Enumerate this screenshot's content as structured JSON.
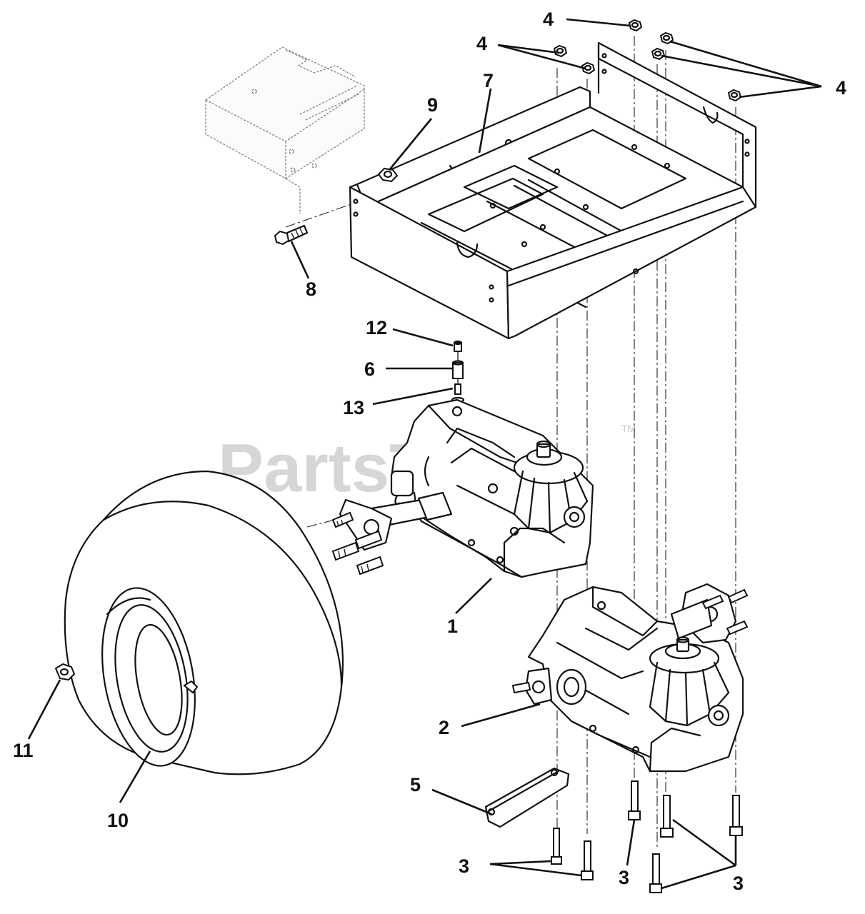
{
  "watermark": {
    "text": "PartsTree",
    "trademark": "TM"
  },
  "callouts": [
    {
      "id": "c1",
      "text": "1"
    },
    {
      "id": "c2",
      "text": "2"
    },
    {
      "id": "c3a",
      "text": "3"
    },
    {
      "id": "c3b",
      "text": "3"
    },
    {
      "id": "c3c",
      "text": "3"
    },
    {
      "id": "c4a",
      "text": "4"
    },
    {
      "id": "c4b",
      "text": "4"
    },
    {
      "id": "c4c",
      "text": "4"
    },
    {
      "id": "c5",
      "text": "5"
    },
    {
      "id": "c6",
      "text": "6"
    },
    {
      "id": "c7",
      "text": "7"
    },
    {
      "id": "c8",
      "text": "8"
    },
    {
      "id": "c9",
      "text": "9"
    },
    {
      "id": "c10",
      "text": "10"
    },
    {
      "id": "c11",
      "text": "11"
    },
    {
      "id": "c12",
      "text": "12"
    },
    {
      "id": "c13",
      "text": "13"
    }
  ]
}
